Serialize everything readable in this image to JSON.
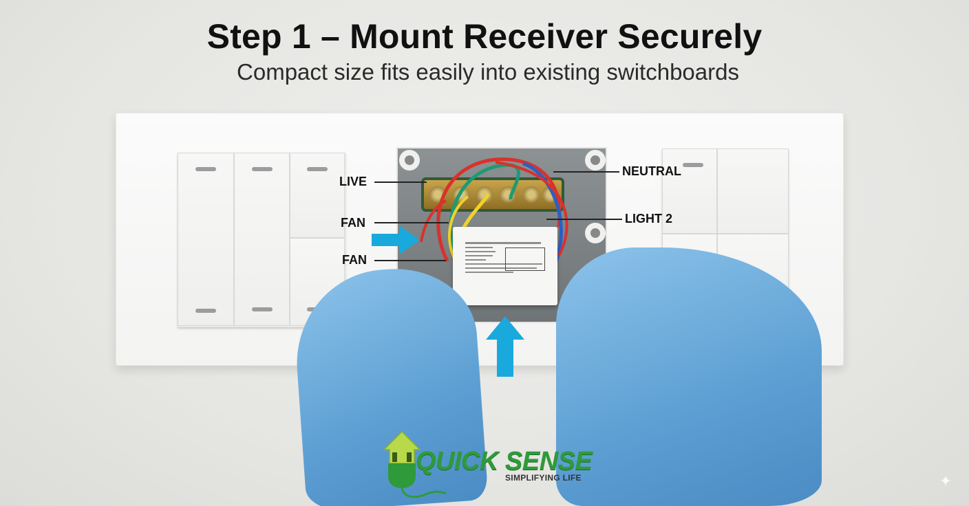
{
  "header": {
    "title": "Step 1 – Mount Receiver Securely",
    "subtitle": "Compact size fits easily into existing switchboards"
  },
  "callouts": {
    "live": "LIVE",
    "fan_top": "FAN",
    "fan_bottom": "FAN",
    "neutral": "NEUTRAL",
    "light2": "LIGHT 2"
  },
  "brand": {
    "name": "QUICK SENSE",
    "tagline": "SIMPLIFYING LIFE",
    "primary_color": "#2f9a3a",
    "house_color": "#b8d94a"
  },
  "colors": {
    "arrow": "#19a9dd",
    "glove": "#6aaedd",
    "plate": "#f5f5f4",
    "background": "#e8e8e5"
  },
  "icons": {
    "sparkle": "✦"
  }
}
